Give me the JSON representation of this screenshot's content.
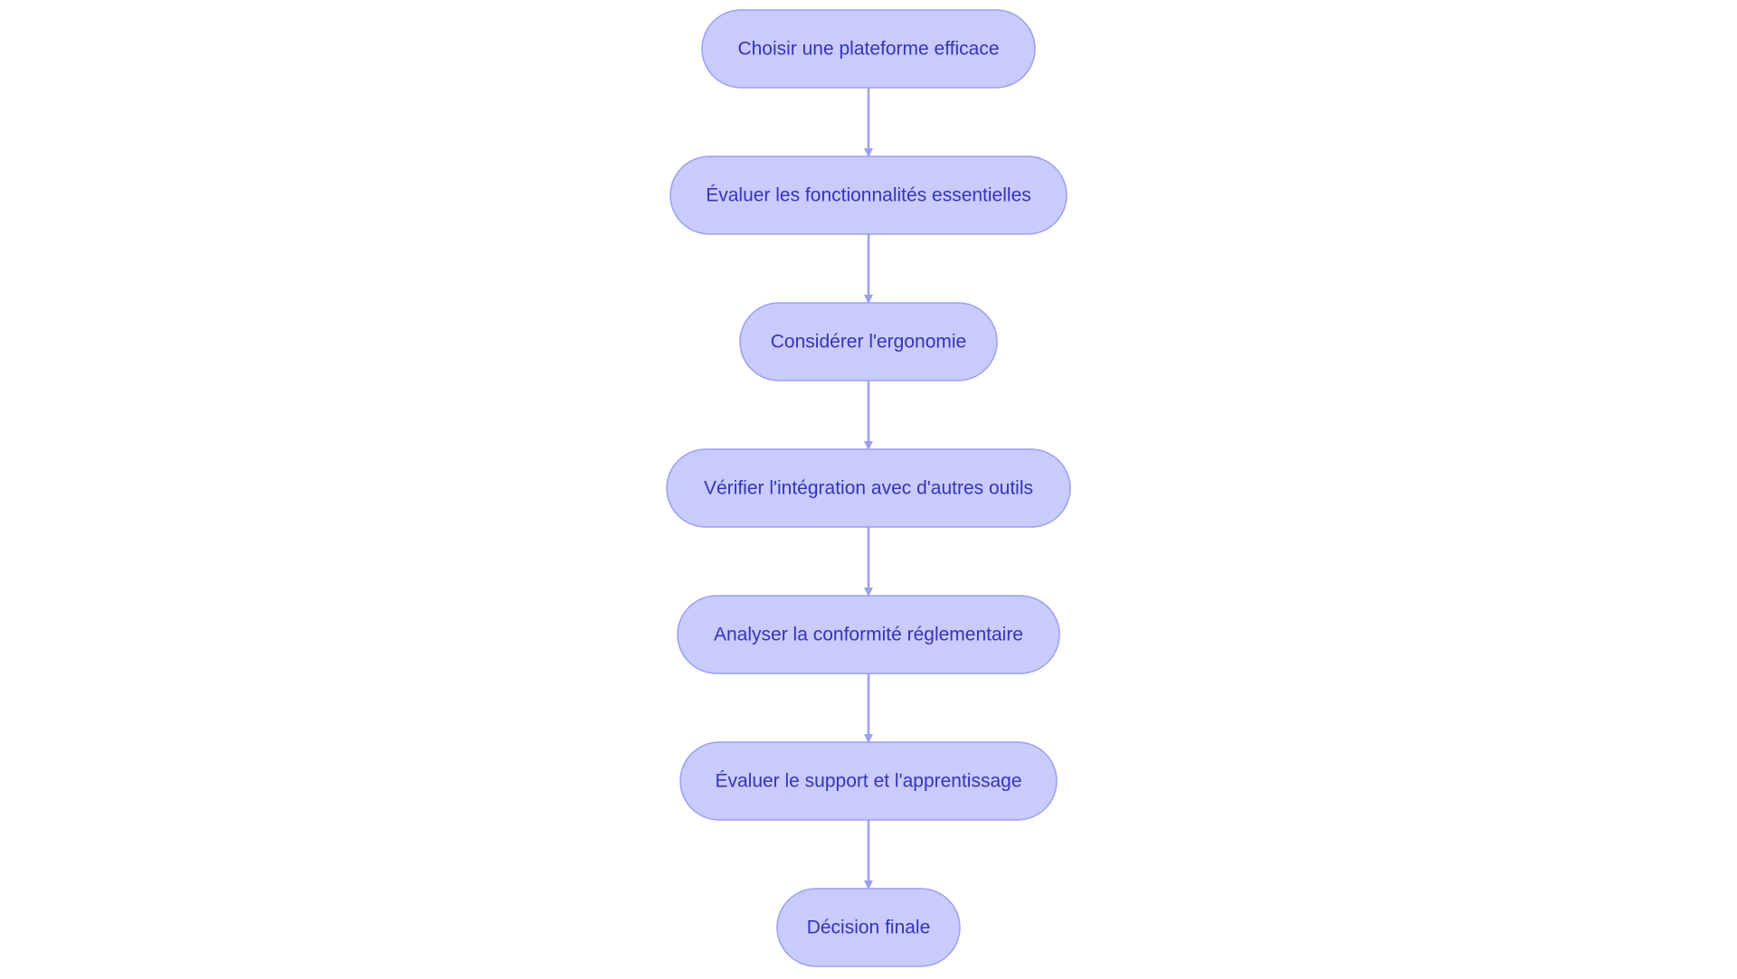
{
  "diagram": {
    "type": "flowchart",
    "direction": "top-to-bottom",
    "colors": {
      "node_fill": "#c9cbfd",
      "node_stroke": "#9b9ff0",
      "node_text": "#3434b8",
      "edge": "#9b9ff0"
    },
    "nodes": [
      {
        "id": "n1",
        "label": "Choisir une plateforme efficace"
      },
      {
        "id": "n2",
        "label": "Évaluer les fonctionnalités essentielles"
      },
      {
        "id": "n3",
        "label": "Considérer l'ergonomie"
      },
      {
        "id": "n4",
        "label": "Vérifier l'intégration avec d'autres outils"
      },
      {
        "id": "n5",
        "label": "Analyser la conformité réglementaire"
      },
      {
        "id": "n6",
        "label": "Évaluer le support et l'apprentissage"
      },
      {
        "id": "n7",
        "label": "Décision finale"
      }
    ],
    "edges": [
      {
        "from": "n1",
        "to": "n2"
      },
      {
        "from": "n2",
        "to": "n3"
      },
      {
        "from": "n3",
        "to": "n4"
      },
      {
        "from": "n4",
        "to": "n5"
      },
      {
        "from": "n5",
        "to": "n6"
      },
      {
        "from": "n6",
        "to": "n7"
      }
    ]
  }
}
